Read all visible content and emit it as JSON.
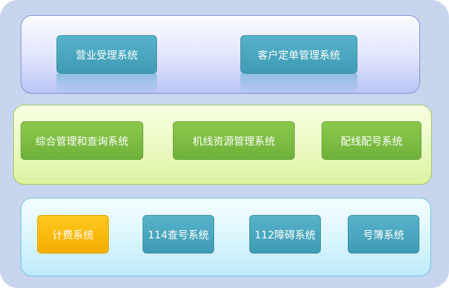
{
  "layers": {
    "top": {
      "items": [
        "营业受理系统",
        "客户定单管理系统"
      ]
    },
    "middle": {
      "items": [
        "综合管理和查询系统",
        "机线资源管理系统",
        "配线配号系统"
      ]
    },
    "bottom": {
      "items": [
        "计费系统",
        "114查号系统",
        "112障碍系统",
        "号簿系统"
      ]
    }
  },
  "colors": {
    "background": "#c7d6ee",
    "top_band": "#dfe4fb",
    "middle_band": "#eaf9c2",
    "bottom_band": "#d9f5fd",
    "blue_box": "#4aa6be",
    "green_box": "#7cbc42",
    "orange_box": "#fbbb0d",
    "box_text": "#ffffff"
  }
}
